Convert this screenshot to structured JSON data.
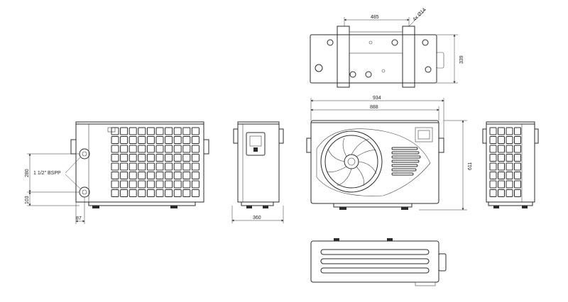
{
  "labels": {
    "top_width": "485",
    "holes": "4x Ø14",
    "top_depth": "339",
    "overall_width": "934",
    "body_width": "888",
    "height": "611",
    "depth": "360",
    "pipe_spacing": "280",
    "pipe_height": "103",
    "pipe_offset": "87",
    "connection": "1 1/2\" BSPP"
  }
}
